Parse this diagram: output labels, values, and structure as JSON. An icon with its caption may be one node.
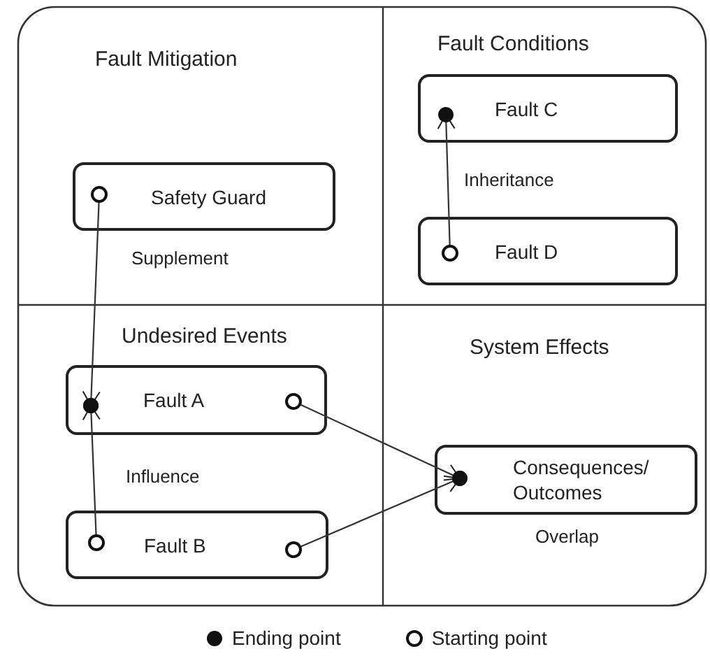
{
  "diagram": {
    "nodes": [
      {
        "text": [
          "Fault Mitigation"
        ]
      },
      {
        "text": [
          "Safety Guard"
        ],
        "in": 0,
        "beside": [
          "Supplement"
        ]
      },
      {
        "text": [
          "Fault Conditions"
        ]
      },
      {
        "text": [
          "Fault C"
        ],
        "in": 2
      },
      {
        "text": [
          "Fault D"
        ],
        "in": 2
      },
      {
        "text": [
          "Undesired Events"
        ]
      },
      {
        "text": [
          "Fault A"
        ],
        "in": 5
      },
      {
        "text": [
          "Fault B"
        ],
        "in": 5
      },
      {
        "text": [
          "System Effects"
        ]
      },
      {
        "text": [
          "Consequences/ Outcomes"
        ],
        "in": 8,
        "beside": [
          "Overlap"
        ]
      }
    ],
    "edges": [
      {
        "from": 1,
        "to": 6,
        "arrow": "to"
      },
      {
        "from": 4,
        "to": 3,
        "arrow": "to",
        "label": "Inheritance"
      },
      {
        "from": 7,
        "to": 6,
        "arrow": "to",
        "label": "Influence"
      },
      {
        "from": 6,
        "to": 9,
        "arrow": "to"
      },
      {
        "from": 7,
        "to": 9,
        "arrow": "to"
      }
    ],
    "legend": [
      {
        "text": "Ending point"
      },
      {
        "text": "Starting point"
      }
    ]
  }
}
